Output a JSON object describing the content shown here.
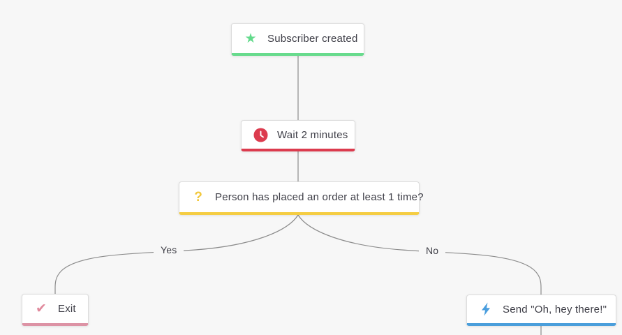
{
  "canvas": {
    "background": "#f7f7f7",
    "line_color": "#8c8c8c"
  },
  "workflow": {
    "nodes": [
      {
        "label": "Subscriber created",
        "icon": "star-icon",
        "type": "trigger",
        "accent": "#68db8d",
        "icon_color": "#62da8b"
      },
      {
        "label": "Wait 2 minutes",
        "icon": "clock-icon",
        "type": "delay",
        "accent": "#dc3b4e",
        "icon_color": "#dc3b4e"
      },
      {
        "label": "Person has placed an order at least 1 time?",
        "icon": "question-icon",
        "type": "decision",
        "accent": "#f5cd43",
        "icon_color": "#f2c83d"
      },
      {
        "label": "Exit",
        "icon": "check-icon",
        "type": "exit",
        "accent": "#dd93a5",
        "icon_color": "#e0899c"
      },
      {
        "label": "Send \"Oh, hey there!\"",
        "icon": "bolt-icon",
        "type": "email",
        "accent": "#4a9edb",
        "icon_color": "#4a9ede"
      }
    ],
    "branch_labels": {
      "yes": "Yes",
      "no": "No"
    }
  }
}
